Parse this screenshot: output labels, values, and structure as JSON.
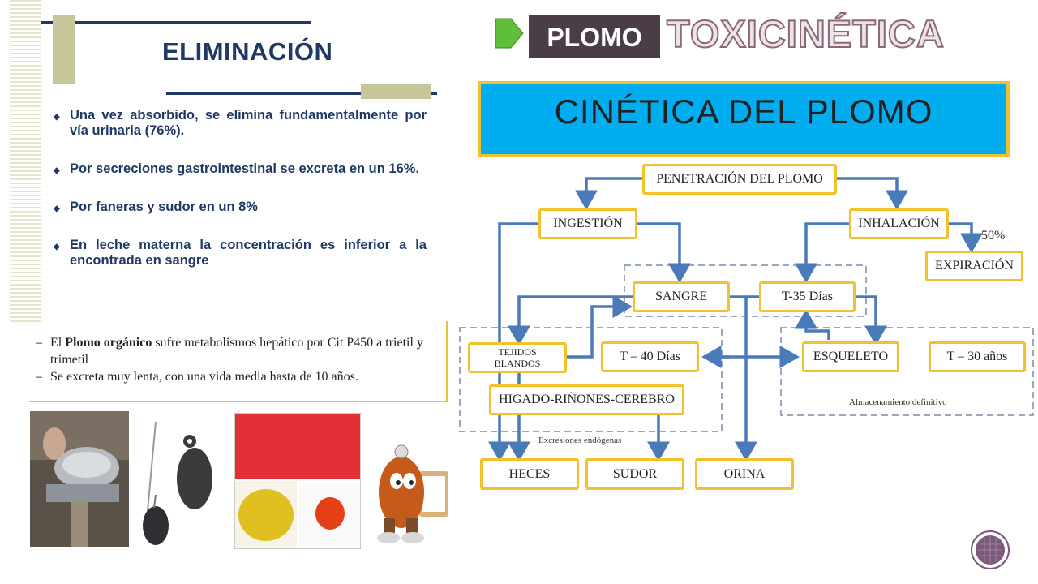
{
  "left": {
    "title": "ELIMINACIÓN",
    "bullets": [
      "Una vez absorbido, se elimina fundamentalmente por vía urinaria (76%).",
      "Por secreciones gastrointestinal se excreta en un 16%.",
      "Por faneras y sudor en un 8%",
      "En leche materna la concentración es inferior a la encontrada en sangre"
    ],
    "organic": {
      "line1_pre": "El ",
      "line1_bold": "Plomo orgánico",
      "line1_post": " sufre metabolismos hepático por Cit P450 a trietil y trimetil",
      "line2": "Se excreta muy lenta, con una vida media hasta de 10 años.",
      "dash": "–"
    }
  },
  "header": {
    "tag": "PLOMO",
    "title": "TOXICINÉTICA"
  },
  "diagram": {
    "title": "CINÉTICA DEL PLOMO",
    "nodes": {
      "penetracion": "PENETRACIÓN DEL PLOMO",
      "ingestion": "INGESTIÓN",
      "inhalacion": "INHALACIÓN",
      "expiracion": "EXPIRACIÓN",
      "sangre": "SANGRE",
      "t35": "T-35 Días",
      "tejidos": "TEJIDOS BLANDOS",
      "t40": "T – 40 Días",
      "esqueleto": "ESQUELETO",
      "t30": "T – 30 años",
      "higado": "HIGADO-RIÑONES-CEREBRO",
      "heces": "HECES",
      "sudor": "SUDOR",
      "orina": "ORINA"
    },
    "labels": {
      "percent": "50%",
      "almacenamiento": "Almacenamiento definitivo",
      "excreciones": "Excresiones endógenas"
    }
  },
  "colors": {
    "navy": "#1f3864",
    "node_border": "#f2c12e",
    "arrow": "#4a7ab8",
    "title_bg": "#00aeef",
    "tag_bg": "#4a3d48"
  },
  "icons": {
    "header_marker": "green-pentagon-arrow",
    "nav_button": "circle-nav-button"
  }
}
